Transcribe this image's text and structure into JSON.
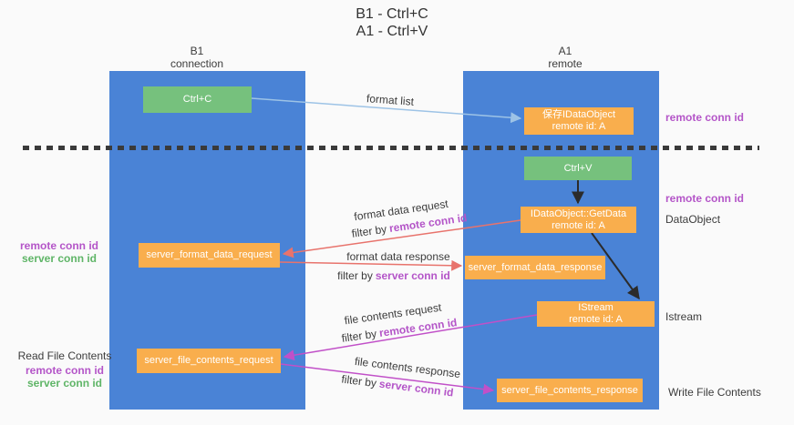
{
  "colors": {
    "bg": "#fafafa",
    "lane_blue": "#4a83d6",
    "box_orange": "#f9ae4d",
    "box_green": "#76c17d",
    "arrow_blue": "#9dc3e6",
    "arrow_salmon": "#e8736c",
    "arrow_magenta": "#c150c8",
    "arrow_black": "#2b2b2b",
    "text_dark": "#3c3c3c",
    "text_purple": "#b455c8",
    "text_green": "#5fb567",
    "dash_color": "#3a3a3a"
  },
  "title": {
    "line1": "B1 - Ctrl+C",
    "line2": "A1 - Ctrl+V"
  },
  "lanes": {
    "left": {
      "name": "B1",
      "role": "connection"
    },
    "right": {
      "name": "A1",
      "role": "remote"
    }
  },
  "nodes": {
    "ctrl_c": {
      "label": "Ctrl+C"
    },
    "save_idataobject": {
      "line1": "保存IDataObject",
      "line2": "remote id: A"
    },
    "ctrl_v": {
      "label": "Ctrl+V"
    },
    "getdata": {
      "line1": "IDataObject::GetData",
      "line2": "remote id: A"
    },
    "format_request": {
      "label": "server_format_data_request"
    },
    "format_response": {
      "label": "server_format_data_response"
    },
    "istream": {
      "line1": "IStream",
      "line2": "remote id: A"
    },
    "file_request": {
      "label": "server_file_contents_request"
    },
    "file_response": {
      "label": "server_file_contents_response"
    }
  },
  "edge_labels": {
    "format_list": "format list",
    "format_data_request": "format data request",
    "format_data_response": "format data response",
    "file_contents_request": "file contents request",
    "file_contents_response": "file contents response",
    "filter_by": "filter by",
    "remote_conn_id": "remote conn id",
    "server_conn_id": "server conn id"
  },
  "annotations": {
    "remote_conn_id": "remote conn id",
    "server_conn_id": "server conn id",
    "read_file_contents": "Read File Contents",
    "write_file_contents": "Write File Contents",
    "data_object": "DataObject",
    "istream": "Istream"
  }
}
